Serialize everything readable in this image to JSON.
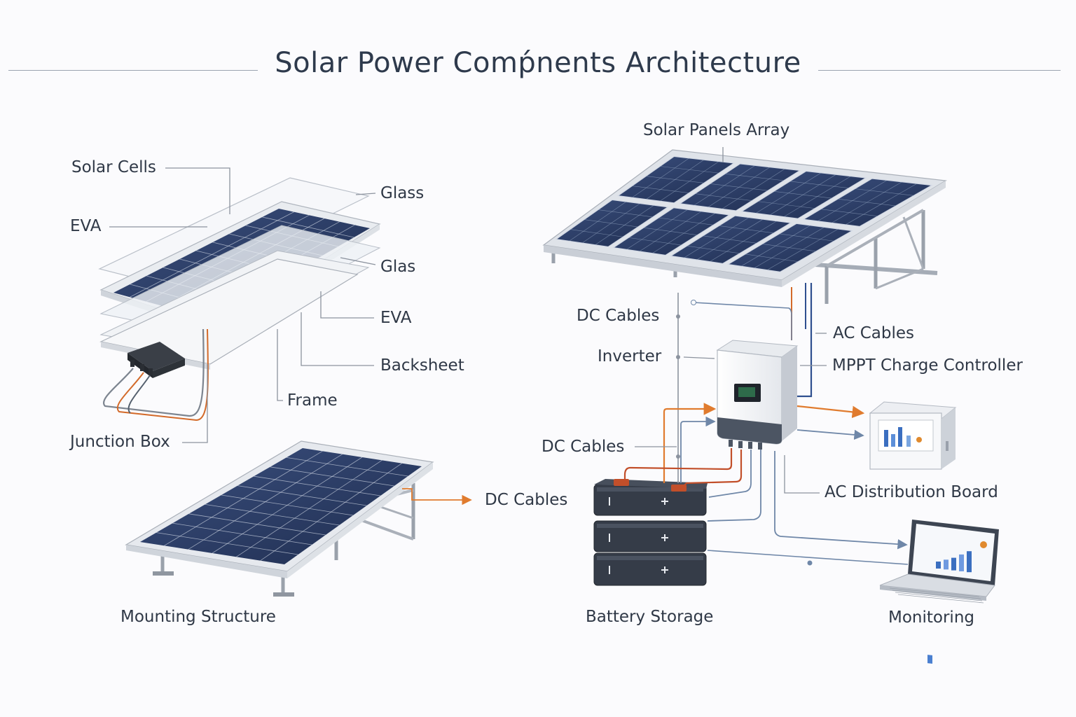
{
  "title": "Solar Power Comṕnents Architecture",
  "labels": {
    "solar_cells": "Solar Cells",
    "eva_top": "EVA",
    "glass_top": "Glass",
    "glass_mid": "Glas",
    "eva_mid": "EVA",
    "backsheet": "Backsheet",
    "frame": "Frame",
    "junction_box": "Junction Box",
    "dc_cables_mount": "DC Cables",
    "mounting_structure": "Mounting Structure",
    "solar_panels_array": "Solar Panels Array",
    "dc_cables_top": "DC Cables",
    "ac_cables": "AC Cables",
    "inverter": "Inverter",
    "mppt": "MPPT Charge Controller",
    "dc_cables_batt": "DC Cables",
    "ac_distribution": "AC Distribution Board",
    "battery_storage": "Battery Storage",
    "monitoring": "Monitoring"
  },
  "colors": {
    "cell": "#2a3b63",
    "frame": "#d5d9e0",
    "dc_cable": "#e07b2e",
    "ac_cable": "#2f4f8f",
    "signal": "#6f87a8",
    "leader": "#8c939e"
  }
}
